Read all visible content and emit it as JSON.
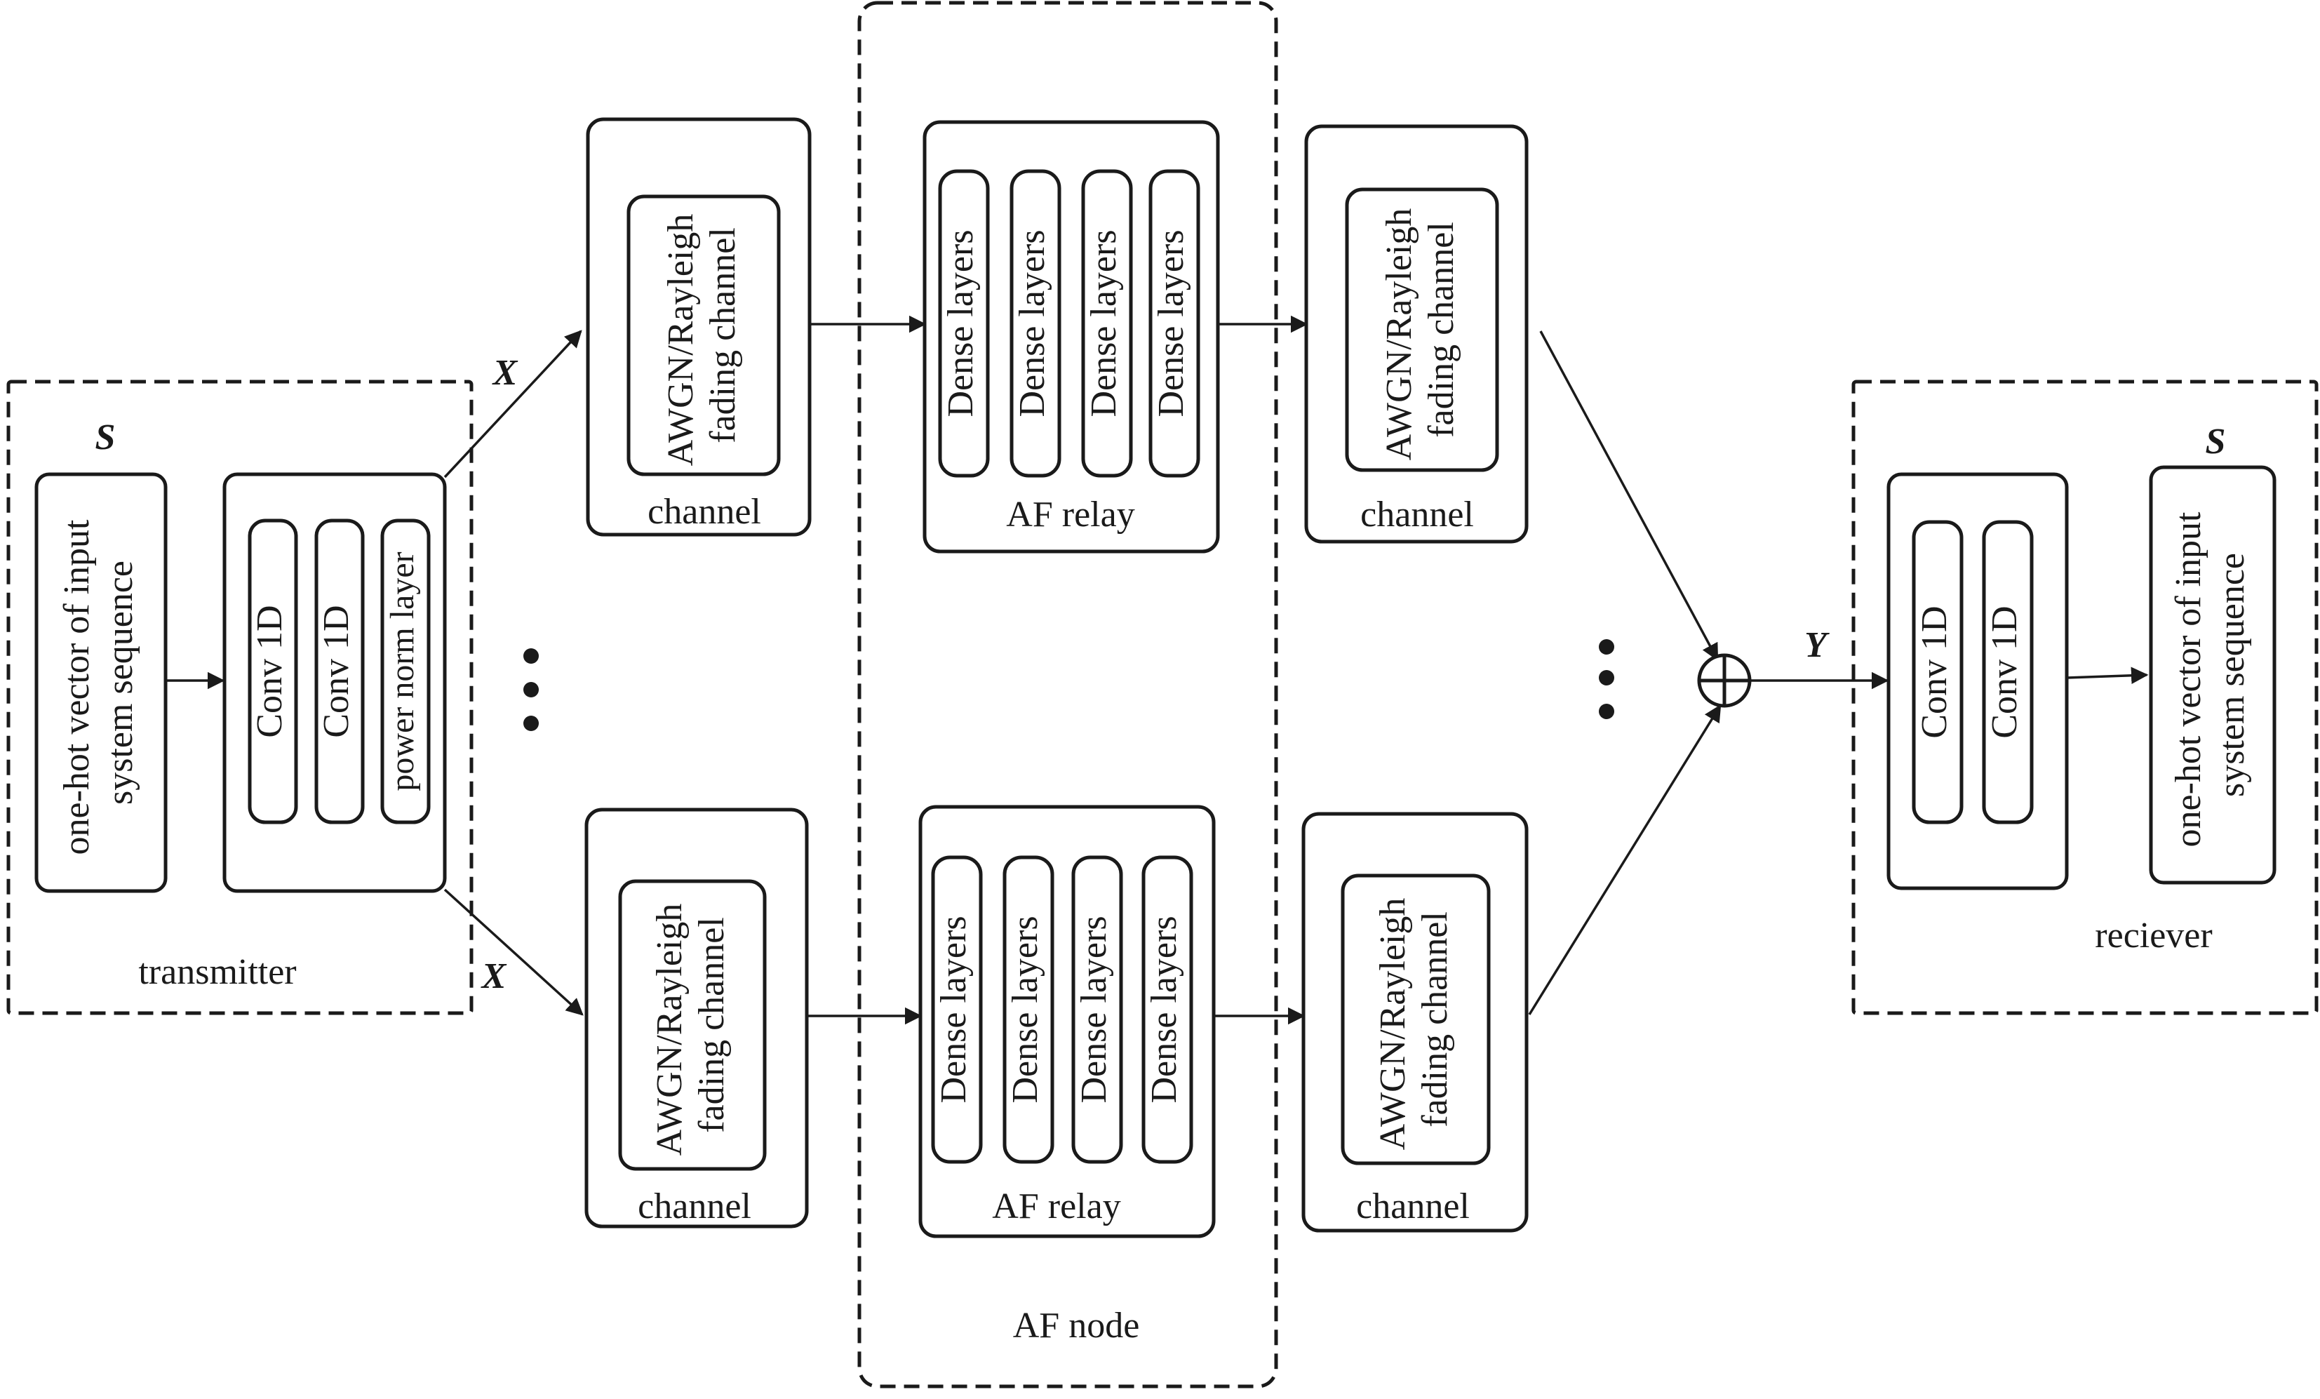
{
  "symbols": {
    "input": "S",
    "output": "S",
    "tx_upper": "X",
    "tx_lower": "X",
    "received": "Y"
  },
  "transmitter": {
    "label": "transmitter",
    "input_vector": [
      "one-hot vector of input",
      "system sequence"
    ],
    "layers": [
      "Conv 1D",
      "Conv 1D",
      "power norm layer"
    ]
  },
  "upper_path": {
    "channel1": {
      "label": "channel",
      "inner": [
        "AWGN/Rayleigh",
        "fading channel"
      ]
    },
    "relay": {
      "label": "AF relay",
      "layers": [
        "Dense layers",
        "Dense layers",
        "Dense layers",
        "Dense layers"
      ]
    },
    "channel2": {
      "label": "channel",
      "inner": [
        "AWGN/Rayleigh",
        "fading channel"
      ]
    }
  },
  "lower_path": {
    "channel1": {
      "label": "channel",
      "inner": [
        "AWGN/Rayleigh",
        "fading channel"
      ]
    },
    "relay": {
      "label": "AF relay",
      "layers": [
        "Dense layers",
        "Dense layers",
        "Dense layers",
        "Dense layers"
      ]
    },
    "channel2": {
      "label": "channel",
      "inner": [
        "AWGN/Rayleigh",
        "fading channel"
      ]
    }
  },
  "af_node": {
    "label": "AF node"
  },
  "receiver": {
    "label": "reciever",
    "layers": [
      "Conv 1D",
      "Conv 1D"
    ],
    "output_vector": [
      "one-hot vector of input",
      "system sequence"
    ]
  }
}
